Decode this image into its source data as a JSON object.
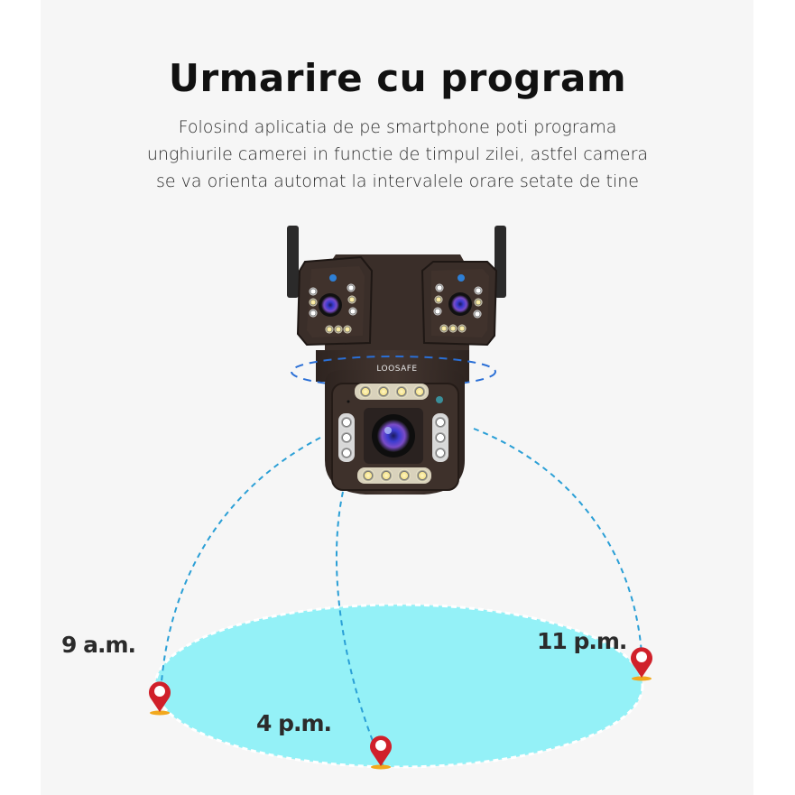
{
  "header": {
    "title": "Urmarire cu program",
    "description_lines": [
      "Folosind aplicatia de pe smartphone poti programa",
      "unghiurile camerei in functie de timpul zilei, astfel camera",
      "se va orienta automat la intervalele orare setate de tine"
    ]
  },
  "camera": {
    "brand": "LOOSAFE",
    "icon": "ptz-dual-lens-camera"
  },
  "schedule_points": [
    {
      "label": "9 a.m.",
      "icon": "map-pin-icon"
    },
    {
      "label": "4 p.m.",
      "icon": "map-pin-icon"
    },
    {
      "label": "11 p.m.",
      "icon": "map-pin-icon"
    }
  ],
  "colors": {
    "panel_bg": "#f6f6f6",
    "ground_fill": "#94f1f7",
    "dash_line": "#2a9fd6",
    "pin_red": "#d0202a",
    "pin_base": "#f2a81d",
    "camera_body": "#3b2f2a"
  }
}
